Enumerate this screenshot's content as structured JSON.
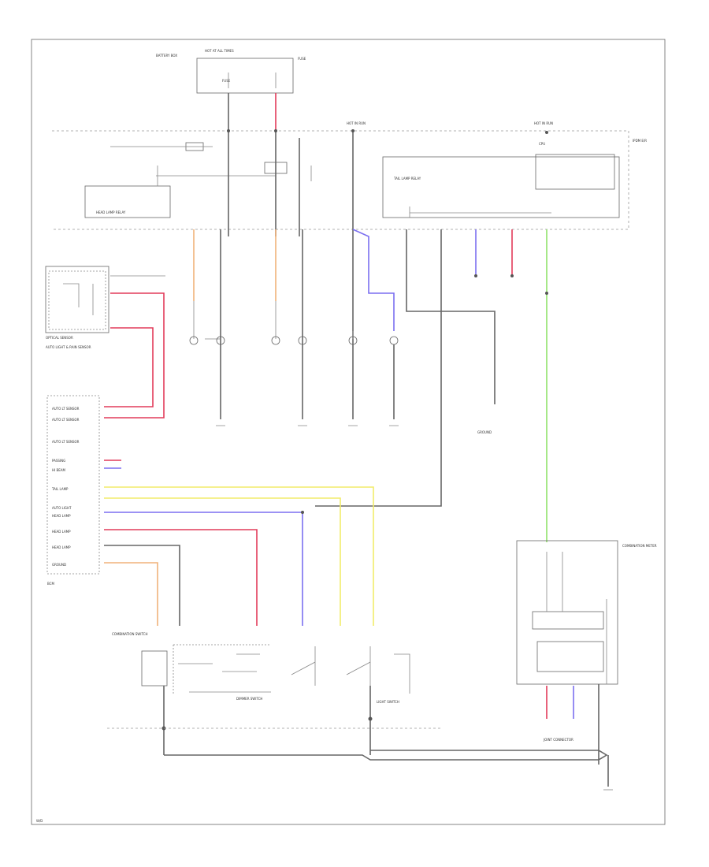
{
  "colors": {
    "black": "#666666",
    "red": "#e23b5a",
    "pink": "#ef8aa0",
    "blue": "#7b6ff0",
    "yellow": "#f2ec6a",
    "green": "#8fe36b",
    "orange": "#f0b27a",
    "gray": "#aaaaaa"
  },
  "labels": {
    "top_fuse": "HOT AT ALL TIMES",
    "battery": "BATTERY BOX",
    "fuse_left": "FUSE",
    "fuse_right": "FUSE",
    "hot_run_1": "HOT IN RUN",
    "hot_run_2": "HOT IN RUN",
    "ipdm": "IPDM E/R",
    "head_lamp_relay": "HEAD LAMP RELAY",
    "cpu": "CPU",
    "tail_lamp_relay": "TAIL LAMP RELAY",
    "light_sensor": "OPTICAL SENSOR",
    "light_sensor_2": "AUTO LIGHT & RAIN SENSOR",
    "bcm": "BCM",
    "combo_switch": "COMBINATION SWITCH",
    "light_switch": "LIGHT SWITCH",
    "dimmer_switch": "DIMMER SWITCH",
    "cluster": "COMBINATION METER",
    "joint_connector": "JOINT CONNECTOR",
    "ground": "GROUND",
    "footer": "W/D"
  },
  "bcm_pins": [
    "AUTO LT SENSOR",
    "AUTO LT SENSOR",
    "AUTO LT SENSOR",
    "PASSING",
    "HI BEAM",
    "TAIL LAMP",
    "AUTO LIGHT",
    "HEAD LAMP",
    "HEAD LAMP",
    "HEAD LAMP",
    "GROUND"
  ]
}
